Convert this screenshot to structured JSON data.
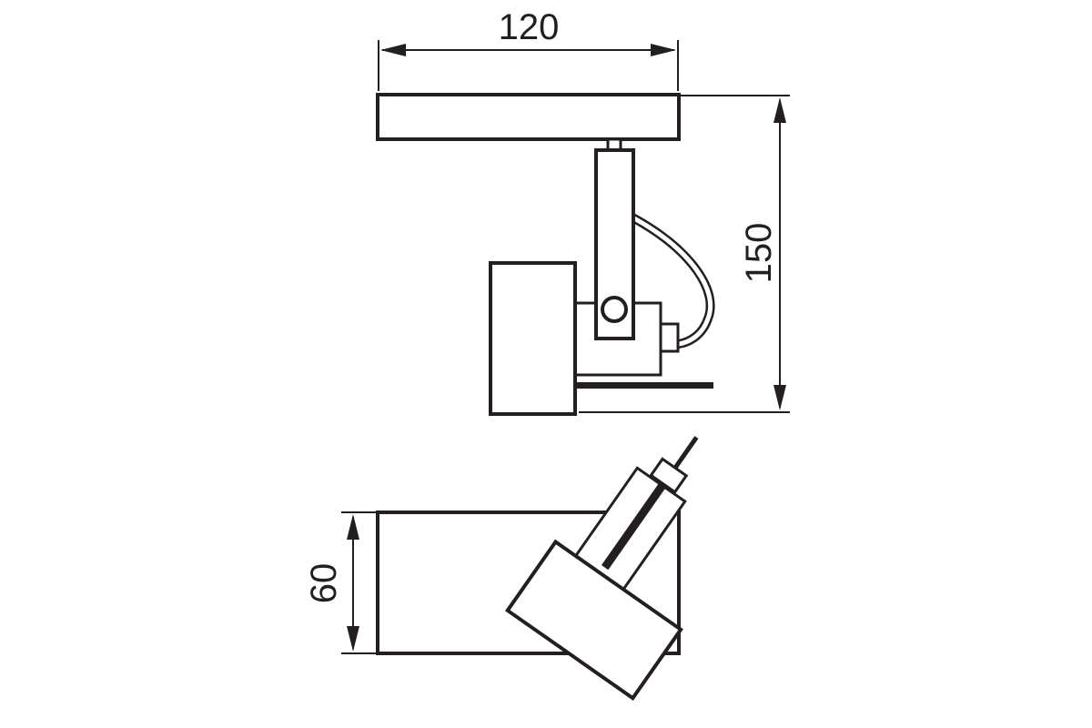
{
  "dimensions": {
    "width": "120",
    "height": "150",
    "depth": "60"
  },
  "colors": {
    "line": "#231f20",
    "background": "#ffffff"
  }
}
